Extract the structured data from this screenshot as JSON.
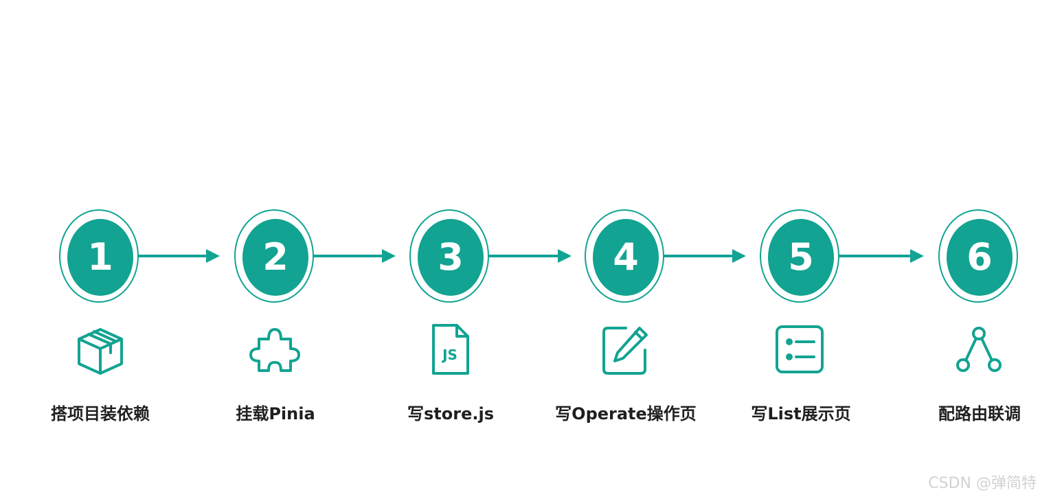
{
  "colors": {
    "accent": "#12a392",
    "text": "#1f1f1f",
    "watermark": "#d2d2d2",
    "background": "#ffffff"
  },
  "steps": [
    {
      "number": "1",
      "label": "搭项目装依赖",
      "icon": "box-icon"
    },
    {
      "number": "2",
      "label": "挂载Pinia",
      "icon": "puzzle-icon"
    },
    {
      "number": "3",
      "label": "写store.js",
      "icon": "js-file-icon"
    },
    {
      "number": "4",
      "label": "写Operate操作页",
      "icon": "edit-icon"
    },
    {
      "number": "5",
      "label": "写List展示页",
      "icon": "list-icon"
    },
    {
      "number": "6",
      "label": "配路由联调",
      "icon": "route-icon"
    }
  ],
  "watermark": "CSDN @弹简特"
}
